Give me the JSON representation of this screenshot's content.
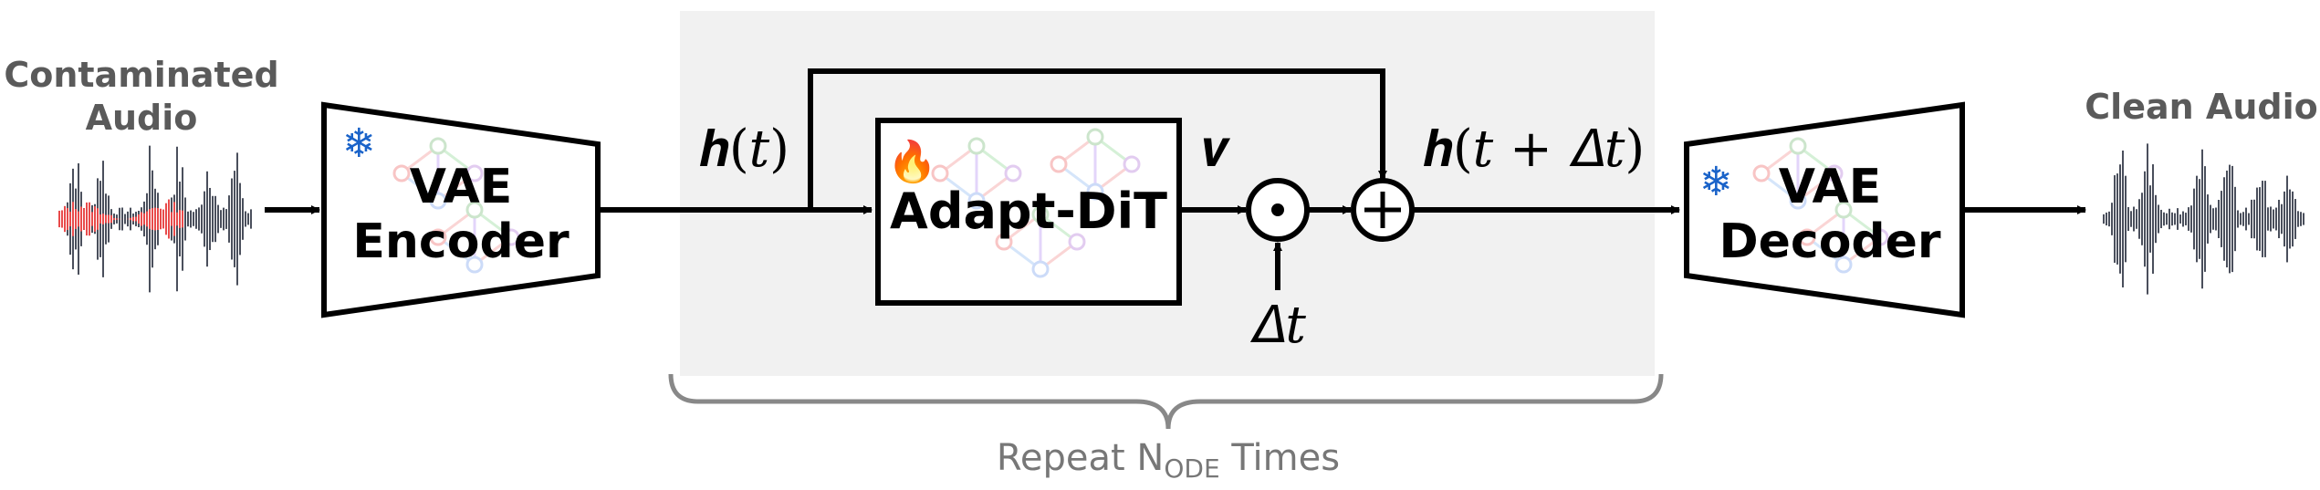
{
  "input": {
    "line1": "Contaminated",
    "line2": "Audio"
  },
  "output": {
    "label": "Clean Audio"
  },
  "encoder": {
    "line1": "VAE",
    "line2": "Encoder",
    "status_icon": "snowflake-icon"
  },
  "decoder": {
    "line1": "VAE",
    "line2": "Decoder",
    "status_icon": "snowflake-icon"
  },
  "dit": {
    "label": "Adapt-DiT",
    "status_icon": "flame-icon"
  },
  "math": {
    "h_t": "𝒉(𝑡)",
    "v": "𝒗",
    "h_next": "𝒉(𝑡 + 𝛥𝑡)",
    "delta_t": "𝛥𝑡"
  },
  "loop": {
    "prefix": "Repeat N",
    "subscript": "ODE",
    "suffix": " Times"
  },
  "colors": {
    "waveform_dark": "#4a4f5c",
    "waveform_noise": "#e84b4b",
    "label_gray": "#5a5a5a",
    "panel_bg": "#f1f1f1",
    "brace_gray": "#888888",
    "snowflake": "#1a63c9",
    "flame": "#f2741c"
  }
}
